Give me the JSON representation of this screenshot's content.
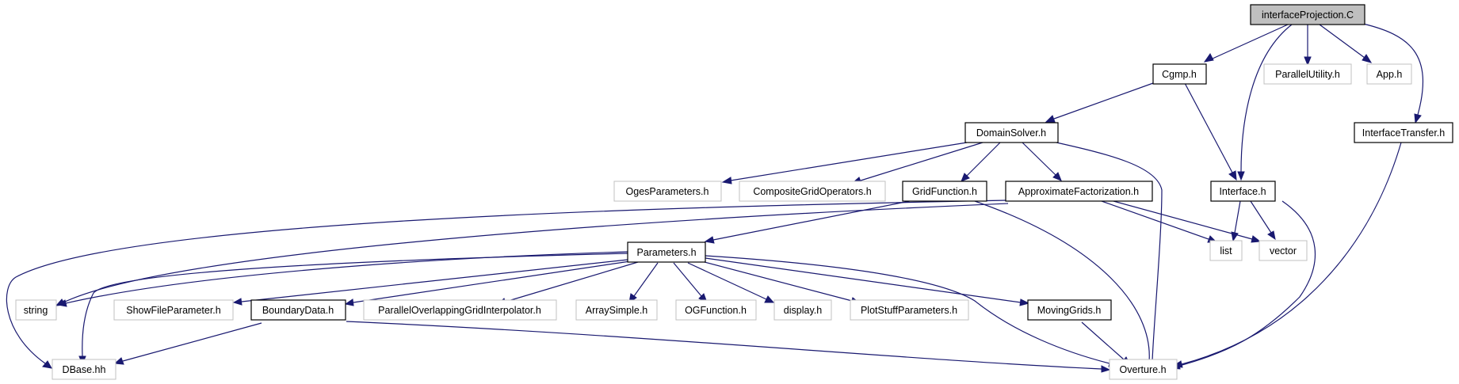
{
  "colors": {
    "edge": "#191970",
    "root_fill": "#bfbfbf",
    "external_border": "#c0c0c0",
    "node_border": "#000000"
  },
  "nodes": {
    "interfaceProjection": {
      "label": "interfaceProjection.C",
      "kind": "root"
    },
    "Cgmp": {
      "label": "Cgmp.h",
      "kind": "documented"
    },
    "ParallelUtility": {
      "label": "ParallelUtility.h",
      "kind": "external"
    },
    "App": {
      "label": "App.h",
      "kind": "external"
    },
    "InterfaceTransfer": {
      "label": "InterfaceTransfer.h",
      "kind": "documented"
    },
    "DomainSolver": {
      "label": "DomainSolver.h",
      "kind": "documented"
    },
    "Interface": {
      "label": "Interface.h",
      "kind": "documented"
    },
    "OgesParameters": {
      "label": "OgesParameters.h",
      "kind": "external"
    },
    "CompositeGridOperators": {
      "label": "CompositeGridOperators.h",
      "kind": "external"
    },
    "GridFunction": {
      "label": "GridFunction.h",
      "kind": "documented"
    },
    "ApproximateFactorization": {
      "label": "ApproximateFactorization.h",
      "kind": "documented"
    },
    "list": {
      "label": "list",
      "kind": "external"
    },
    "vector": {
      "label": "vector",
      "kind": "external"
    },
    "Parameters": {
      "label": "Parameters.h",
      "kind": "documented"
    },
    "string": {
      "label": "string",
      "kind": "external"
    },
    "ShowFileParameter": {
      "label": "ShowFileParameter.h",
      "kind": "external"
    },
    "BoundaryData": {
      "label": "BoundaryData.h",
      "kind": "documented"
    },
    "ParallelOverlappingGridInterpolator": {
      "label": "ParallelOverlappingGridInterpolator.h",
      "kind": "external"
    },
    "ArraySimple": {
      "label": "ArraySimple.h",
      "kind": "external"
    },
    "OGFunction": {
      "label": "OGFunction.h",
      "kind": "external"
    },
    "display": {
      "label": "display.h",
      "kind": "external"
    },
    "PlotStuffParameters": {
      "label": "PlotStuffParameters.h",
      "kind": "external"
    },
    "MovingGrids": {
      "label": "MovingGrids.h",
      "kind": "documented"
    },
    "DBase": {
      "label": "DBase.hh",
      "kind": "external"
    },
    "Overture": {
      "label": "Overture.h",
      "kind": "external"
    }
  },
  "edges": [
    [
      "interfaceProjection",
      "Cgmp"
    ],
    [
      "interfaceProjection",
      "ParallelUtility"
    ],
    [
      "interfaceProjection",
      "App"
    ],
    [
      "interfaceProjection",
      "InterfaceTransfer"
    ],
    [
      "interfaceProjection",
      "Interface"
    ],
    [
      "Cgmp",
      "DomainSolver"
    ],
    [
      "Cgmp",
      "Interface"
    ],
    [
      "DomainSolver",
      "OgesParameters"
    ],
    [
      "DomainSolver",
      "CompositeGridOperators"
    ],
    [
      "DomainSolver",
      "GridFunction"
    ],
    [
      "DomainSolver",
      "ApproximateFactorization"
    ],
    [
      "DomainSolver",
      "Overture"
    ],
    [
      "Interface",
      "list"
    ],
    [
      "Interface",
      "vector"
    ],
    [
      "Interface",
      "Overture"
    ],
    [
      "InterfaceTransfer",
      "Overture"
    ],
    [
      "GridFunction",
      "Parameters"
    ],
    [
      "GridFunction",
      "Overture"
    ],
    [
      "ApproximateFactorization",
      "list"
    ],
    [
      "ApproximateFactorization",
      "vector"
    ],
    [
      "ApproximateFactorization",
      "string"
    ],
    [
      "ApproximateFactorization",
      "DBase"
    ],
    [
      "Parameters",
      "string"
    ],
    [
      "Parameters",
      "ShowFileParameter"
    ],
    [
      "Parameters",
      "BoundaryData"
    ],
    [
      "Parameters",
      "ParallelOverlappingGridInterpolator"
    ],
    [
      "Parameters",
      "ArraySimple"
    ],
    [
      "Parameters",
      "OGFunction"
    ],
    [
      "Parameters",
      "display"
    ],
    [
      "Parameters",
      "PlotStuffParameters"
    ],
    [
      "Parameters",
      "MovingGrids"
    ],
    [
      "Parameters",
      "DBase"
    ],
    [
      "Parameters",
      "Overture"
    ],
    [
      "BoundaryData",
      "DBase"
    ],
    [
      "BoundaryData",
      "Overture"
    ],
    [
      "MovingGrids",
      "Overture"
    ]
  ]
}
